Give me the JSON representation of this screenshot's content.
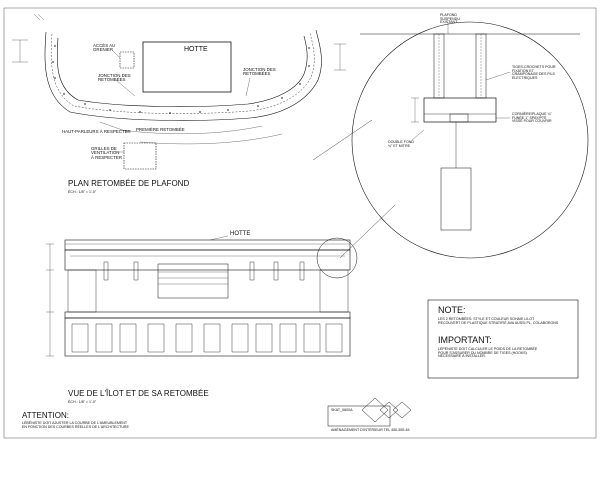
{
  "plan": {
    "hotte": "HOTTE",
    "acces_au_grenier": "ACCÈS AU\nGRENIER",
    "jonction_left": "JONCTION DES\nRETOMBÉES",
    "jonction_right": "JONCTION DES\nRETOMBÉES",
    "haut_parleurs": "HAUT-PARLEURS À RESPECTER",
    "premiere_retombee": "PREMIÈRE RETOMBÉE",
    "grilles": "GRILLES DE\nVENTILATION\nÀ RESPECTER",
    "title": "PLAN RETOMBÉE DE PLAFOND",
    "scale": "ÉCH.: 1/8\" = 1'-0\""
  },
  "elevation": {
    "hotte": "HOTTE",
    "title": "VUE DE L'ÎLOT ET DE SA RETOMBÉE",
    "scale": "ÉCH.: 1/8\" = 1'-0\""
  },
  "detail": {
    "top_label": "PLAFOND\nSUSPENDU\nEXISTANT",
    "right_label_1": "TIGES-CROCHETS POUR\nFIXATION ET\nCRAMPONAGE DES FILS\nÉLECTRIQUES",
    "right_label_2": "CORNIÈRE/PLAQUE ¼\"\nFUNÉE 1\" SPAY/PTÉ\nVISSÉ POUR COUVRIR",
    "left_label": "DOUBLE FOND\n¾\" ET MITRE"
  },
  "notes": {
    "note_title": "NOTE:",
    "note_text": "LES 2 RETOMBÉES: STYLE ET COULEUR SOHAIE LILOT\nRECOUVERT DE PLASTIQUE STRATIFIÉ AVA AUSSI PL. COLABORONS",
    "important_title": "IMPORTANT:",
    "important_text": "LÉPÉNISTE DOIT CALCULER LE POIDS DE LA RETOMBÉE\nPOUR S'ASSURER DU NOMBRE DE TIGES (HOOKS)\nNÉCESSAIRE À INSTALLER."
  },
  "attention": {
    "title": "ATTENTION:",
    "text": "LÉBÉNISTE DOIT AJUSTER LA COURBE DE L'AMEUBLEMENT\nEN FONCTION DES COURBES RÉELLES DE L'ARCHITECTURE"
  },
  "titleblock": {
    "label": "SKAT_0600A",
    "text": "AMÉNAGEMENT D'INTÉRIEUR    TEL  450-555-45"
  }
}
